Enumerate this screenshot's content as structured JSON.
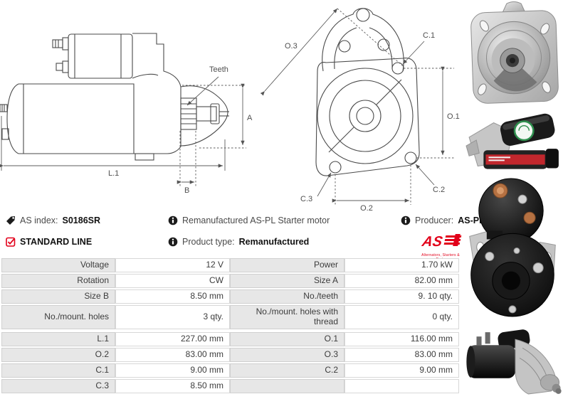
{
  "colors": {
    "brand_red": "#e2001a",
    "type_green": "#157f3d",
    "table_label_bg": "#e7e7e7"
  },
  "meta": {
    "as_index_label": "AS index:",
    "as_index_value": "S0186SR",
    "line_label": "STANDARD LINE",
    "description": "Remanufactured AS-PL Starter motor",
    "product_type_label": "Product type:",
    "product_type_value": "Remanufactured",
    "producer_label": "Producer:",
    "producer_value": "AS-PL"
  },
  "logo": {
    "text": "AS",
    "subtext": "Alternators, Starters & Parts"
  },
  "diagram_side": {
    "teeth": "Teeth",
    "a": "A",
    "l1": "L.1",
    "b": "B"
  },
  "diagram_front": {
    "o3": "O.3",
    "c1": "C.1",
    "o1": "O.1",
    "c2": "C.2",
    "c3": "C.3",
    "o2": "O.2"
  },
  "table": {
    "rows": [
      {
        "label1": "Voltage",
        "value1": "12 V",
        "label2": "Power",
        "value2": "1.70 kW"
      },
      {
        "label1": "Rotation",
        "value1": "CW",
        "label2": "Size A",
        "value2": "82.00 mm"
      },
      {
        "label1": "Size B",
        "value1": "8.50 mm",
        "label2": "No./teeth",
        "value2": "9. 10 qty."
      },
      {
        "label1": "No./mount. holes",
        "value1": "3 qty.",
        "label2": "No./mount. holes with thread",
        "value2": "0 qty."
      },
      {
        "label1": "L.1",
        "value1": "227.00 mm",
        "label2": "O.1",
        "value2": "116.00 mm"
      },
      {
        "label1": "O.2",
        "value1": "83.00 mm",
        "label2": "O.3",
        "value2": "83.00 mm"
      },
      {
        "label1": "C.1",
        "value1": "9.00 mm",
        "label2": "C.2",
        "value2": "9.00 mm"
      },
      {
        "label1": "C.3",
        "value1": "8.50 mm",
        "label2": "",
        "value2": ""
      }
    ]
  },
  "photos": {
    "photo1": "starter-front-view",
    "photo2": "starter-side-view-with-sticker",
    "photo3": "starter-rear-view",
    "photo4": "starter-side-view"
  }
}
